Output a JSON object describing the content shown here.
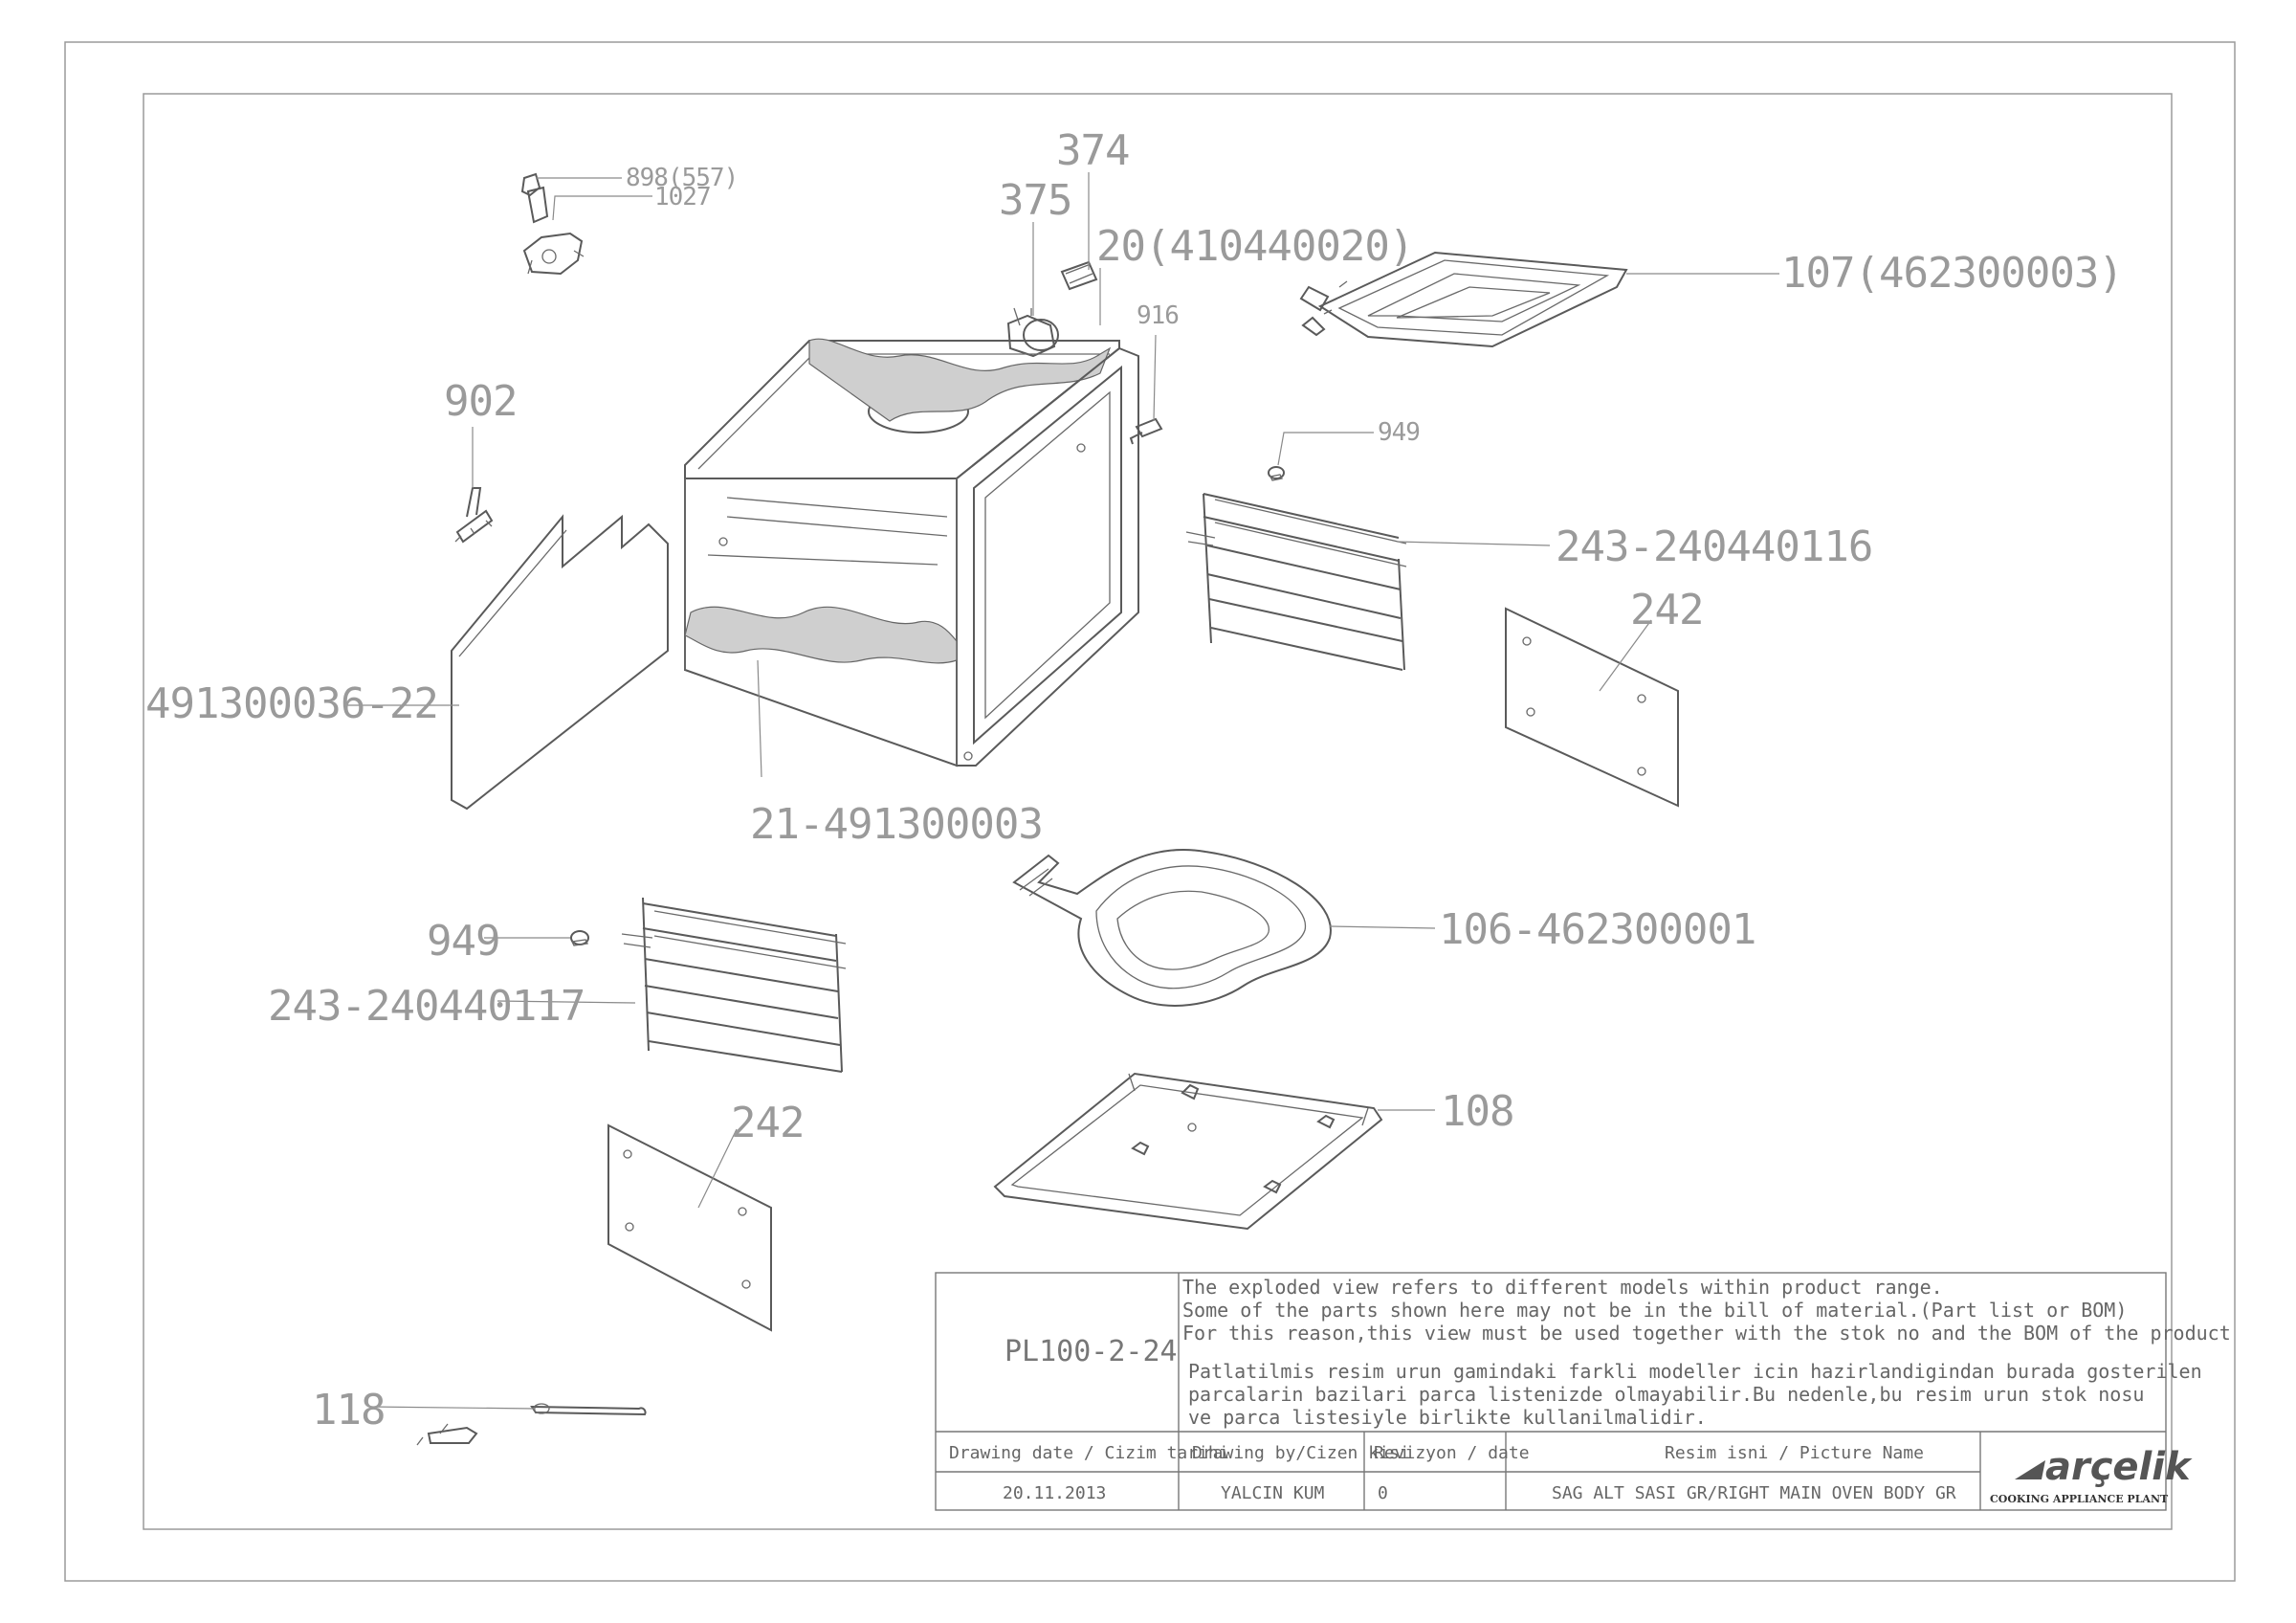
{
  "callouts": {
    "c374": "374",
    "c375": "375",
    "c20": "20(410440020)",
    "c898": "898(557)",
    "c1027": "1027",
    "c916": "916",
    "c107": "107(462300003)",
    "c902": "902",
    "c949a": "949",
    "c243a": "243-240440116",
    "c242a": "242",
    "c491": "491300036-22",
    "c21": "21-491300003",
    "c106": "106-462300001",
    "c949b": "949",
    "c243b": "243-240440117",
    "c108": "108",
    "c242b": "242",
    "c118": "118"
  },
  "title_block": {
    "drawing_code": "PL100-2-24",
    "note_en_1": "The exploded view refers to different models within product range.",
    "note_en_2": "Some of the parts shown here may not be in the bill of material.(Part list or BOM)",
    "note_en_3": "For this reason,this view must be used together with the stok no and the BOM of the product",
    "note_tr_1": "Patlatilmis resim urun gamindaki farkli modeller icin hazirlandigindan burada gosterilen",
    "note_tr_2": "parcalarin bazilari parca listenizde olmayabilir.Bu nedenle,bu resim urun stok nosu",
    "note_tr_3": "ve parca listesiyle birlikte kullanilmalidir.",
    "headers": {
      "date": "Drawing date / Cizim tarihi",
      "drawn_by": "Drawing by/Cizen kisi",
      "revision": "Revizyon / date",
      "picture_name": "Resim isni / Picture Name"
    },
    "values": {
      "date": "20.11.2013",
      "drawn_by": "YALCIN KUM",
      "revision": "0",
      "picture_name": "SAG ALT SASI GR/RIGHT MAIN OVEN BODY GR"
    },
    "logo": "arçelik",
    "logo_sub": "COOKING APPLIANCE PLANT"
  }
}
